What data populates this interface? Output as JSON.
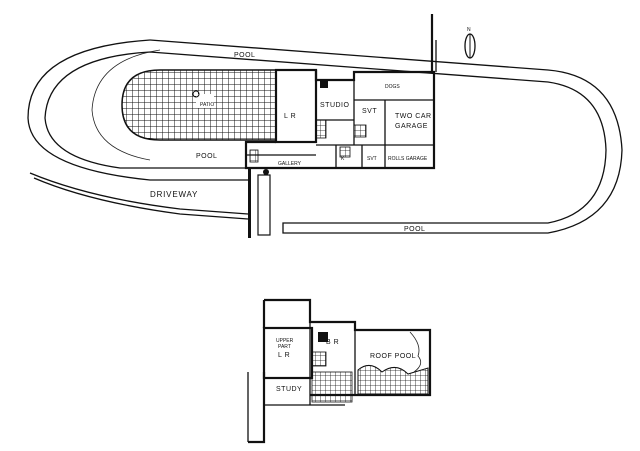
{
  "labels": {
    "pool_top": "POOL",
    "patio": "PATIO",
    "living_room": "L R",
    "studio": "STUDIO",
    "dogs": "DOGS",
    "svt_upper": "SVT",
    "two_car_garage_1": "TWO CAR",
    "two_car_garage_2": "GARAGE",
    "pool_left": "POOL",
    "gallery": "GALLERY",
    "kitchen": "K",
    "svt_lower": "SVT",
    "rolls_garage": "ROLLS GARAGE",
    "driveway": "DRIVEWAY",
    "pool_bottom": "POOL",
    "north": "N",
    "upper_lr_1": "UPPER",
    "upper_lr_2": "PART",
    "upper_lr_3": "L R",
    "bedroom": "B R",
    "roof_pool": "ROOF POOL",
    "study": "STUDY"
  }
}
